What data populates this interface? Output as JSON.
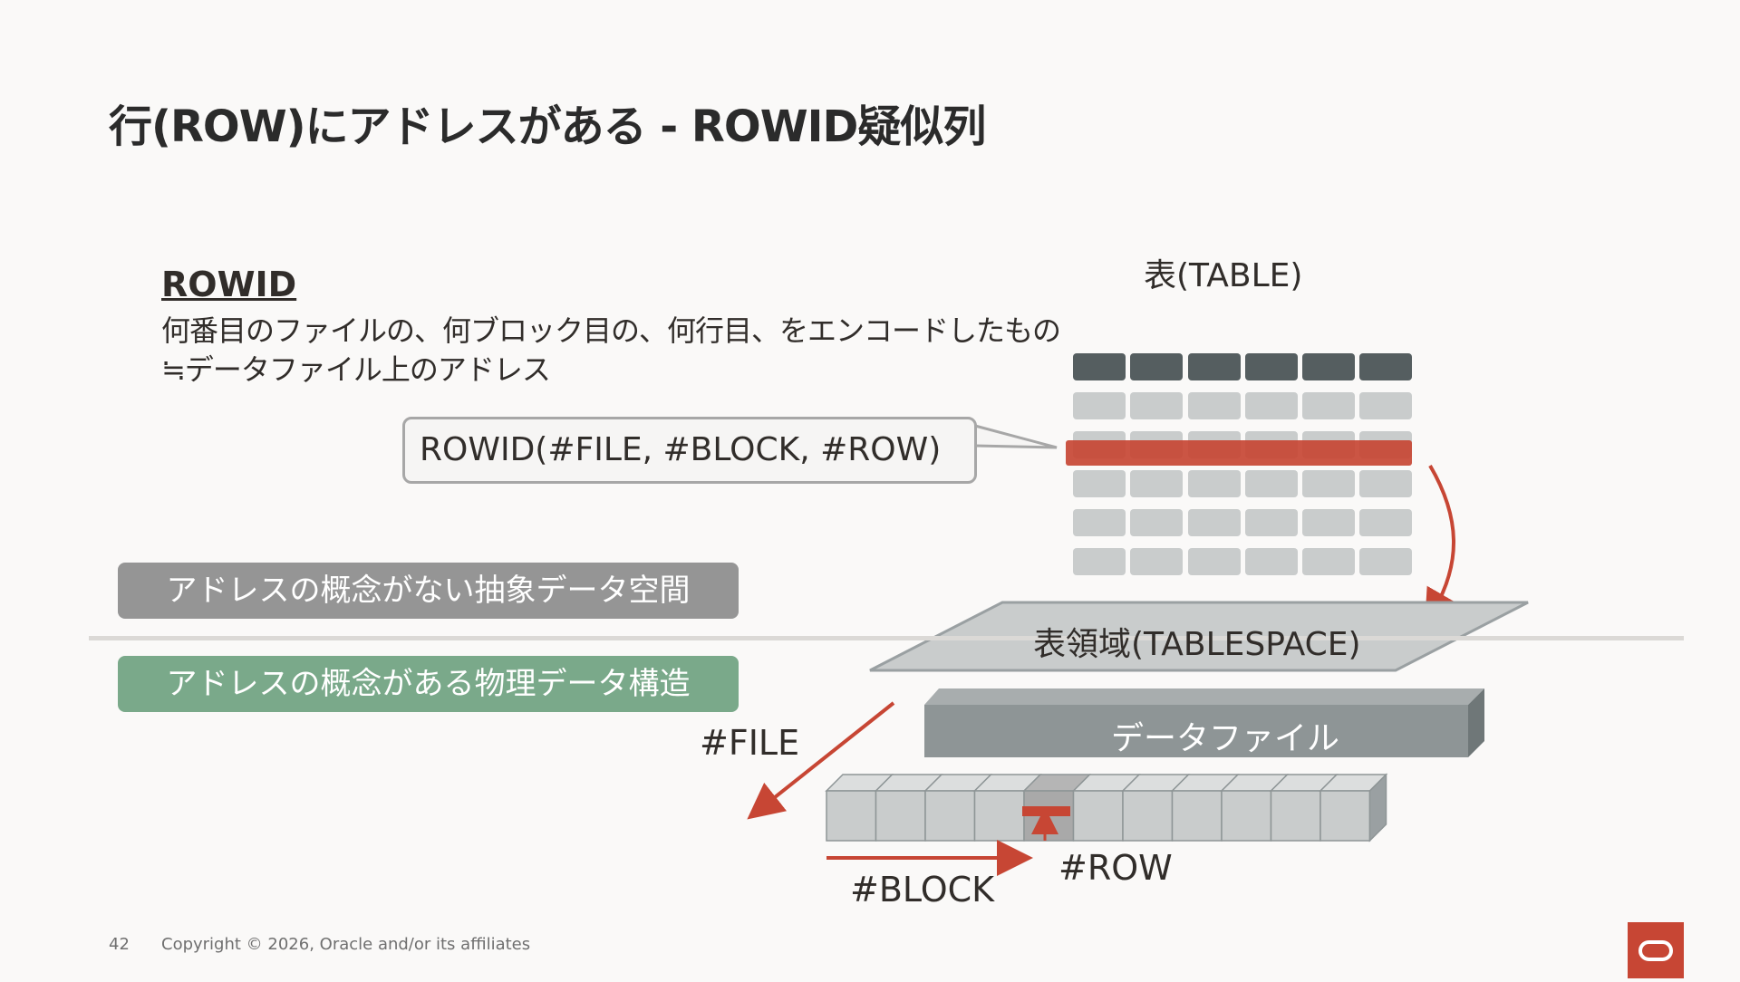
{
  "slide": {
    "title": "行(ROW)にアドレスがある - ROWID疑似列",
    "page_number": "42",
    "copyright": "Copyright © 2026, Oracle and/or its affiliates"
  },
  "rowid_section": {
    "heading": "ROWID",
    "line1": "何番目のファイルの、何ブロック目の、何行目、をエンコードしたもの",
    "line2": "≒データファイル上のアドレス"
  },
  "diagram": {
    "table_label": "表(TABLE)",
    "callout": "ROWID(#FILE, #BLOCK, #ROW)",
    "band_abstract": "アドレスの概念がない抽象データ空間",
    "band_physical": "アドレスの概念がある物理データ構造",
    "tablespace_label": "表領域(TABLESPACE)",
    "datafile_label": "データファイル",
    "file_label": "#FILE",
    "block_label": "#BLOCK",
    "row_label": "#ROW"
  },
  "colors": {
    "accent_red": "#c74634",
    "header_cell": "#555e60",
    "body_cell": "#c9cccc",
    "abstract_band": "#959595",
    "physical_band": "#7aa98a",
    "logo": "#c74634"
  }
}
